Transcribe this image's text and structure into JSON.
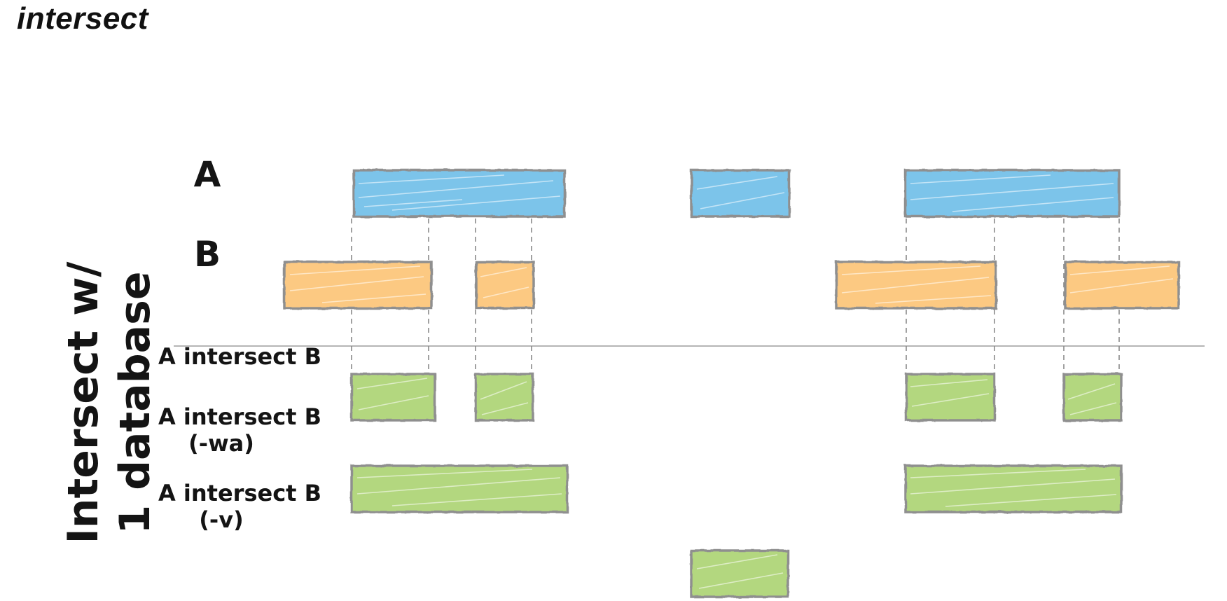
{
  "title": "intersect",
  "side_label": {
    "line1": "Intersect w/",
    "line2": "1 database"
  },
  "rows": [
    {
      "key": "A",
      "label": "A",
      "sub": "",
      "color": "#7cc4ea"
    },
    {
      "key": "B",
      "label": "B",
      "sub": "",
      "color": "#fcc982"
    },
    {
      "key": "AiB",
      "label": "A intersect B",
      "sub": "",
      "color": "#b3d77f"
    },
    {
      "key": "AiB_wa",
      "label": "A intersect B",
      "sub": "(-wa)",
      "color": "#b3d77f"
    },
    {
      "key": "AiB_v",
      "label": "A intersect B",
      "sub": "(-v)",
      "color": "#b3d77f"
    }
  ],
  "colors": {
    "outline": "#8f8f8f",
    "divider": "#b5b5b5",
    "dash": "#8a8a8a"
  }
}
